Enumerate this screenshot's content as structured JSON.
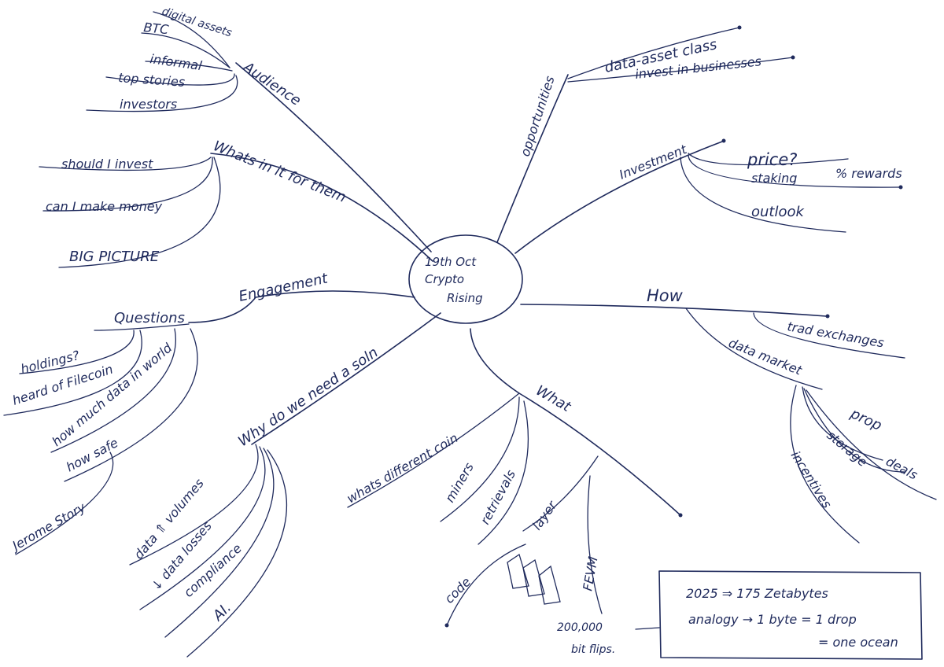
{
  "center": {
    "line1": "19th Oct",
    "line2": "Crypto",
    "line3": "Rising"
  },
  "audience": {
    "label": "Audience",
    "items": [
      "digital assets",
      "BTC",
      "informal",
      "top stories",
      "investors"
    ]
  },
  "whats_in_it": {
    "label": "Whats in it for them",
    "items": [
      "should I invest",
      "can I make money",
      "BIG PICTURE"
    ]
  },
  "engagement": {
    "label": "Engagement",
    "questions_label": "Questions",
    "items": [
      "holdings?",
      "heard of Filecoin",
      "how much data in world",
      "how safe",
      "Jerome Story"
    ]
  },
  "why_soln": {
    "label": "Why do we need a soln",
    "items": [
      "data ⇑ volumes",
      "↓ data losses",
      "compliance",
      "AI."
    ]
  },
  "what": {
    "label": "What",
    "items": [
      "whats different coin",
      "miners",
      "retrievals",
      "layer",
      "FEVM",
      "code"
    ],
    "fevm_note": [
      "200,000",
      "bit flips."
    ]
  },
  "how": {
    "label": "How",
    "items": [
      "trad exchanges",
      "data market",
      "prop",
      "storage",
      "deals",
      "incentives"
    ]
  },
  "investment": {
    "label": "Investment",
    "items": [
      "price?",
      "staking",
      "% rewards",
      "outlook"
    ]
  },
  "opportunities": {
    "label": "opportunities",
    "items": [
      "data-asset class",
      "invest in businesses"
    ]
  },
  "note_box": {
    "line1": "2025 ⇒ 175 Zetabytes",
    "line2": "analogy → 1 byte = 1 drop",
    "line3": "= one ocean"
  }
}
